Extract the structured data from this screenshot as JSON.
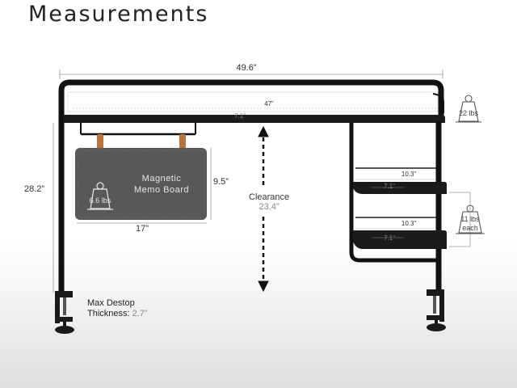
{
  "title": "Measurements",
  "dimensions": {
    "overall_width": "49.6”",
    "top_width": "47”",
    "top_depth": "7.1”",
    "height": "28.2”",
    "board_width": "17”",
    "board_height": "9.5”",
    "shelf_width_upper": "10.3”",
    "shelf_depth_upper": "7.1”",
    "shelf_width_lower": "10.3”",
    "shelf_depth_lower": "7.1”"
  },
  "memo_board": {
    "line1": "Magnetic",
    "line2": "Memo Board",
    "weight": "6.6 lbs"
  },
  "top_weight": "22 lbs",
  "shelf_weight": {
    "line1": "11 lbs",
    "line2": "each"
  },
  "clearance": {
    "label": "Clearance",
    "value": "23.4”"
  },
  "desktop_thickness": {
    "line1": "Max Destop",
    "label": "Thickness:",
    "value": "2.7”"
  },
  "colors": {
    "frame": "#111111",
    "felt": "#58585a",
    "strap": "#b8743a",
    "dimension_line": "#999999"
  }
}
